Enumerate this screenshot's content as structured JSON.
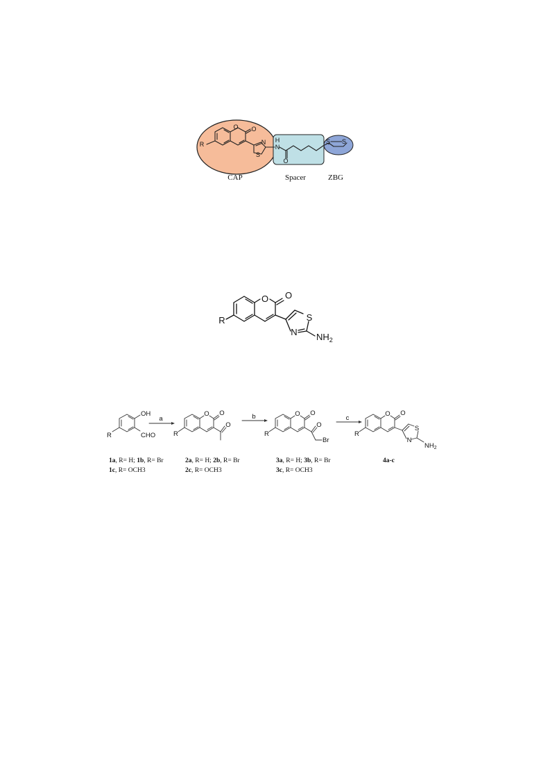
{
  "pharmacophore": {
    "labels": {
      "cap": "CAP",
      "spacer": "Spacer",
      "zbg": "ZBG"
    },
    "atoms": {
      "r": "R",
      "o_ring": "O",
      "o_carbonyl": "O",
      "n_thiazole": "N",
      "s_thiazole": "S",
      "nh_h": "H",
      "nh_n": "N",
      "o_amide": "O",
      "s1": "S",
      "s2": "S"
    },
    "colors": {
      "cap_fill": "#f6bc9a",
      "spacer_fill": "#bfe0e6",
      "zbg_fill": "#8ea6d8"
    }
  },
  "structure": {
    "atoms": {
      "r": "R",
      "o_ring": "O",
      "o_carbonyl": "O",
      "s": "S",
      "n": "N",
      "nh": "NH",
      "sub2": "2"
    }
  },
  "scheme": {
    "arrows": [
      "a",
      "b",
      "c"
    ],
    "compounds": [
      {
        "atoms": {
          "r": "R",
          "oh": "OH",
          "cho": "CHO"
        },
        "caption_line1": {
          "id1": "1a",
          "t1": ", R= H; ",
          "id2": "1b",
          "t2": ", R= Br"
        },
        "caption_line2": {
          "id": "1c",
          "t": ", R= OCH3"
        }
      },
      {
        "atoms": {
          "r": "R",
          "o_ring": "O",
          "o_carbonyl": "O",
          "o_acetyl": "O"
        },
        "caption_line1": {
          "id1": "2a",
          "t1": ", R= H; ",
          "id2": "2b",
          "t2": ", R= Br"
        },
        "caption_line2": {
          "id": "2c",
          "t": ", R= OCH3"
        }
      },
      {
        "atoms": {
          "r": "R",
          "o_ring": "O",
          "o_carbonyl": "O",
          "o_acyl": "O",
          "br": "Br"
        },
        "caption_line1": {
          "id1": "3a",
          "t1": ", R= H; ",
          "id2": "3b",
          "t2": ", R= Br"
        },
        "caption_line2": {
          "id": "3c",
          "t": ", R= OCH3"
        }
      },
      {
        "atoms": {
          "r": "R",
          "o_ring": "O",
          "o_carbonyl": "O",
          "s": "S",
          "n": "N",
          "nh": "NH",
          "sub2": "2"
        },
        "caption": "4a-c"
      }
    ]
  }
}
